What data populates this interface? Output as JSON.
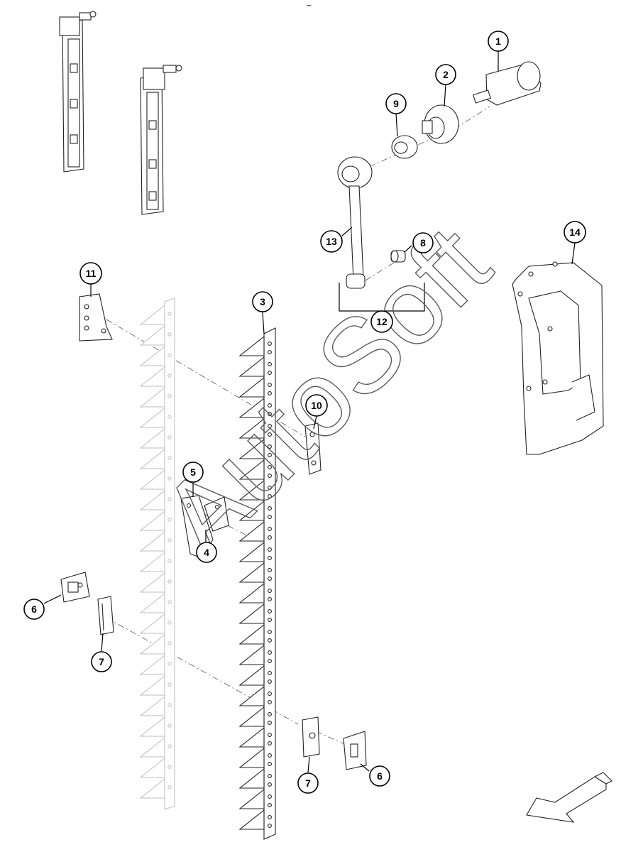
{
  "top_mark": "~",
  "watermark": "AutoSoft",
  "callouts": [
    {
      "id": "callout-1",
      "label": "1"
    },
    {
      "id": "callout-2",
      "label": "2"
    },
    {
      "id": "callout-9",
      "label": "9"
    },
    {
      "id": "callout-13",
      "label": "13"
    },
    {
      "id": "callout-8",
      "label": "8"
    },
    {
      "id": "callout-12",
      "label": "12"
    },
    {
      "id": "callout-14",
      "label": "14"
    },
    {
      "id": "callout-11",
      "label": "11"
    },
    {
      "id": "callout-3",
      "label": "3"
    },
    {
      "id": "callout-10",
      "label": "10"
    },
    {
      "id": "callout-5",
      "label": "5"
    },
    {
      "id": "callout-4",
      "label": "4"
    },
    {
      "id": "callout-6-left",
      "label": "6"
    },
    {
      "id": "callout-7-left",
      "label": "7"
    },
    {
      "id": "callout-7-right",
      "label": "7"
    },
    {
      "id": "callout-6-right",
      "label": "6"
    }
  ]
}
